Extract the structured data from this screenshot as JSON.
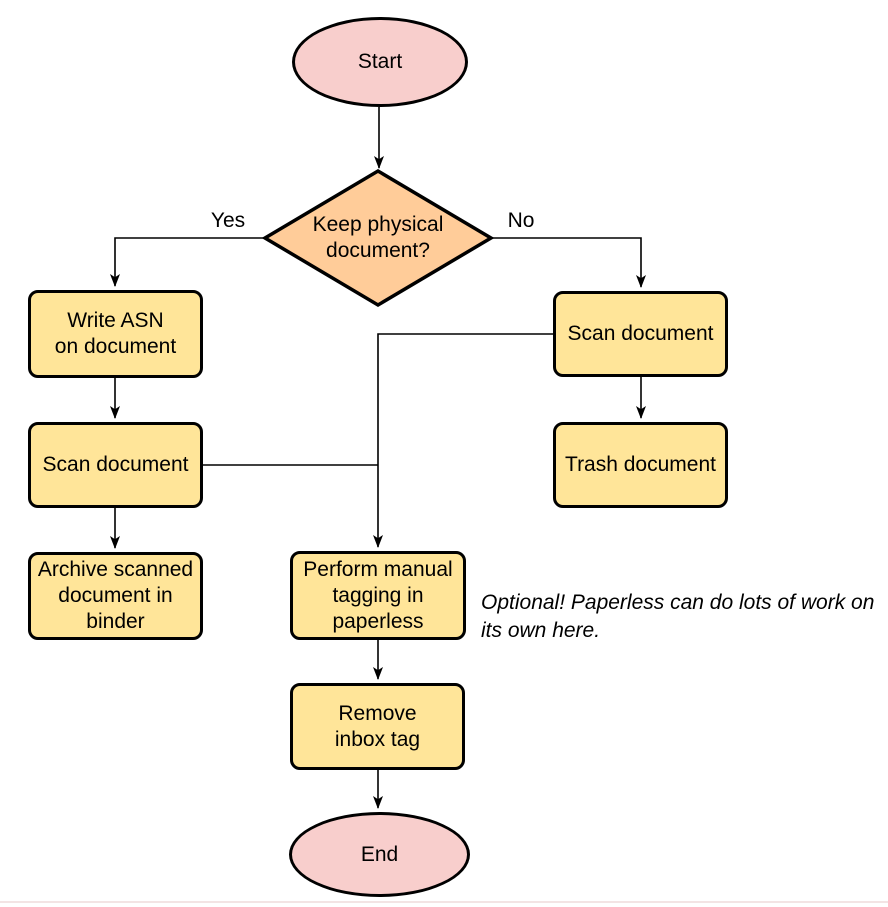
{
  "nodes": {
    "start": {
      "label": "Start"
    },
    "decision": {
      "label": "Keep physical\ndocument?"
    },
    "write_asn": {
      "label": "Write ASN\non document"
    },
    "scan_after_asn": {
      "label": "Scan document"
    },
    "archive_binder": {
      "label": "Archive scanned\ndocument in\nbinder"
    },
    "scan_document": {
      "label": "Scan document"
    },
    "trash_document": {
      "label": "Trash document"
    },
    "manual_tagging": {
      "label": "Perform manual\ntagging in\npaperless"
    },
    "remove_inbox_tag": {
      "label": "Remove\ninbox tag"
    },
    "end": {
      "label": "End"
    }
  },
  "edge_labels": {
    "yes": "Yes",
    "no": "No"
  },
  "annotation": {
    "text": "Optional! Paperless can do lots of work on\nits own here."
  },
  "colors": {
    "terminator_fill": "#F8CECC",
    "decision_fill": "#FFCC99",
    "process_fill": "#FFE599",
    "stroke": "#000000",
    "divider": "#f3e4e4"
  }
}
